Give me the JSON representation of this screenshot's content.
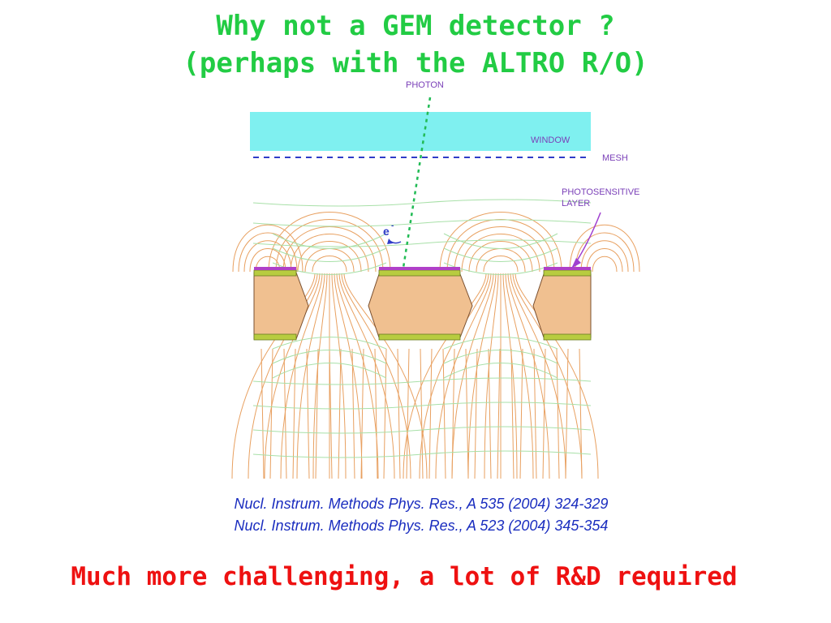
{
  "title": {
    "line1": "Why not a GEM detector ?",
    "line2": "(perhaps with the ALTRO R/O)"
  },
  "diagram": {
    "labels": {
      "photon": "PHOTON",
      "window": "WINDOW",
      "mesh": "MESH",
      "photosensitive_line1": "PHOTOSENSITIVE",
      "photosensitive_line2": "LAYER",
      "electron": "e",
      "electron_sup": "-"
    },
    "colors": {
      "window": "#7ff0f0",
      "mesh": "#2f3cc8",
      "photon": "#22bb55",
      "label": "#7a3fb8",
      "field_lines": "#e8a060",
      "equipotentials": "#a8e0a8",
      "insulator": "#f0c090",
      "electrode": "#b8cc40",
      "photosensitive": "#b040c8"
    }
  },
  "references": {
    "ref1": "Nucl. Instrum. Methods Phys. Res., A 535 (2004) 324-329",
    "ref2": "Nucl. Instrum. Methods Phys. Res., A 523 (2004) 345-354"
  },
  "conclusion": "Much more challenging, a lot of R&D required"
}
